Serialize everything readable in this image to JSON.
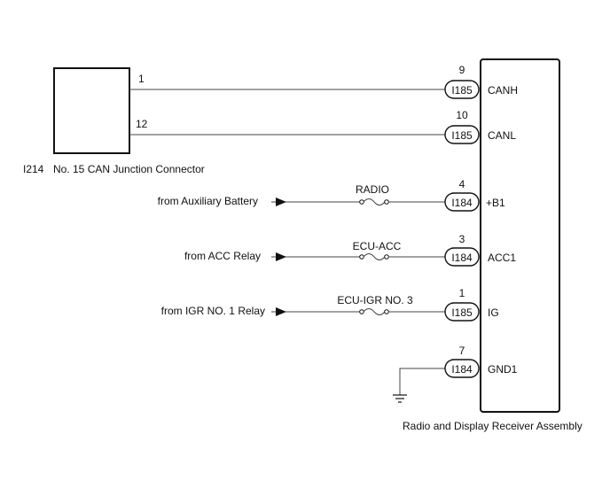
{
  "junction_connector": {
    "id": "I214",
    "name": "No. 15 CAN Junction Connector",
    "pins": [
      "1",
      "12"
    ]
  },
  "receiver": {
    "name": "Radio and Display Receiver Assembly",
    "terminals": [
      {
        "pin": "9",
        "connector": "I185",
        "signal": "CANH"
      },
      {
        "pin": "10",
        "connector": "I185",
        "signal": "CANL"
      },
      {
        "pin": "4",
        "connector": "I184",
        "signal": "+B1"
      },
      {
        "pin": "3",
        "connector": "I184",
        "signal": "ACC1"
      },
      {
        "pin": "1",
        "connector": "I185",
        "signal": "IG"
      },
      {
        "pin": "7",
        "connector": "I184",
        "signal": "GND1"
      }
    ]
  },
  "sources": [
    {
      "label": "from Auxiliary Battery",
      "fuse": "RADIO"
    },
    {
      "label": "from ACC Relay",
      "fuse": "ECU-ACC"
    },
    {
      "label": "from IGR NO. 1 Relay",
      "fuse": "ECU-IGR NO. 3"
    }
  ]
}
